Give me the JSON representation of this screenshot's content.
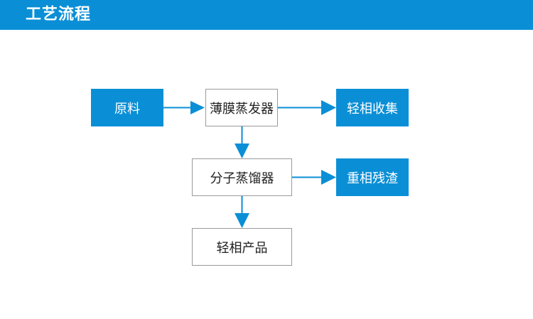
{
  "header": {
    "title": "工艺流程"
  },
  "diagram": {
    "nodes": {
      "raw_material": "原料",
      "thin_film_evaporator": "薄膜蒸发器",
      "light_phase_collection": "轻相收集",
      "molecular_distiller": "分子蒸馏器",
      "heavy_phase_residue": "重相残渣",
      "light_phase_product": "轻相产品"
    },
    "colors": {
      "accent": "#0a8fd6",
      "box_border": "#9a9a9a",
      "text_dark": "#222222",
      "text_light": "#ffffff"
    }
  }
}
